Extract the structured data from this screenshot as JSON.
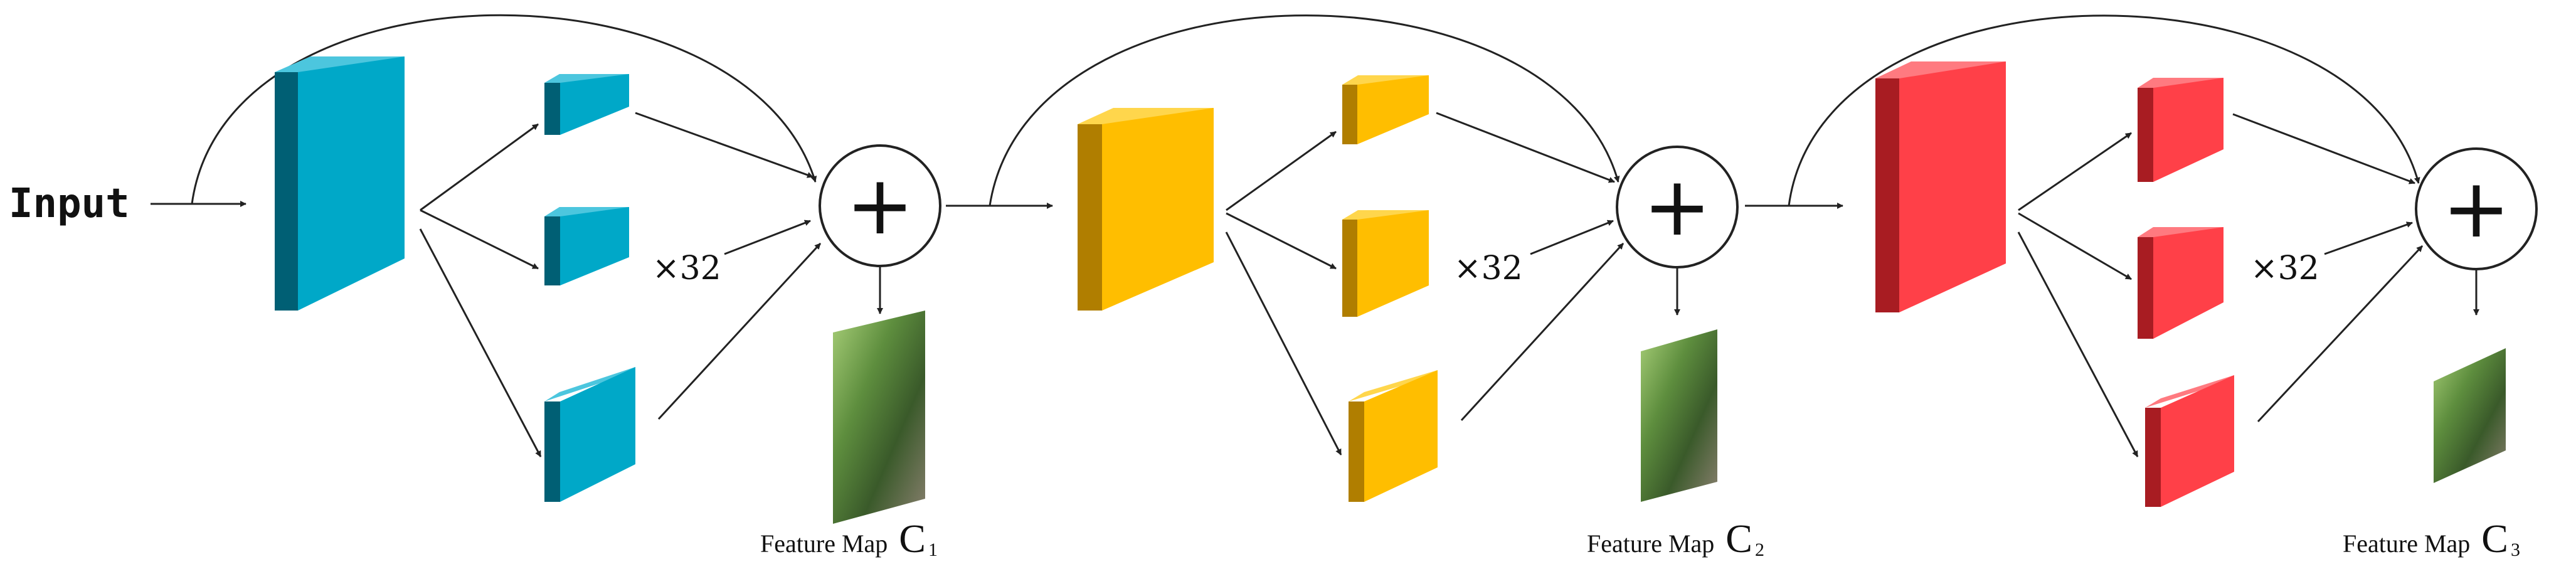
{
  "input_label": "Input",
  "colors": {
    "stage1": {
      "front": "#00a8c8",
      "side": "#005f74",
      "top": "#4cc6de"
    },
    "stage2": {
      "front": "#ffbe00",
      "side": "#b07e00",
      "top": "#ffd64c"
    },
    "stage3": {
      "front": "#ff4048",
      "side": "#a81c22",
      "top": "#ff7a80"
    },
    "line": "#222222"
  },
  "icons": {
    "sum": "plus-circle-icon",
    "arrow": "arrow-head-icon"
  },
  "stages": [
    {
      "id": "stage-1",
      "multiplier": "×32",
      "plus": "+",
      "feature_map": {
        "prefix": "Feature Map",
        "letter": "C",
        "subscript": "1"
      }
    },
    {
      "id": "stage-2",
      "multiplier": "×32",
      "plus": "+",
      "feature_map": {
        "prefix": "Feature Map",
        "letter": "C",
        "subscript": "2"
      }
    },
    {
      "id": "stage-3",
      "multiplier": "×32",
      "plus": "+",
      "feature_map": {
        "prefix": "Feature Map",
        "letter": "C",
        "subscript": "3"
      }
    }
  ]
}
